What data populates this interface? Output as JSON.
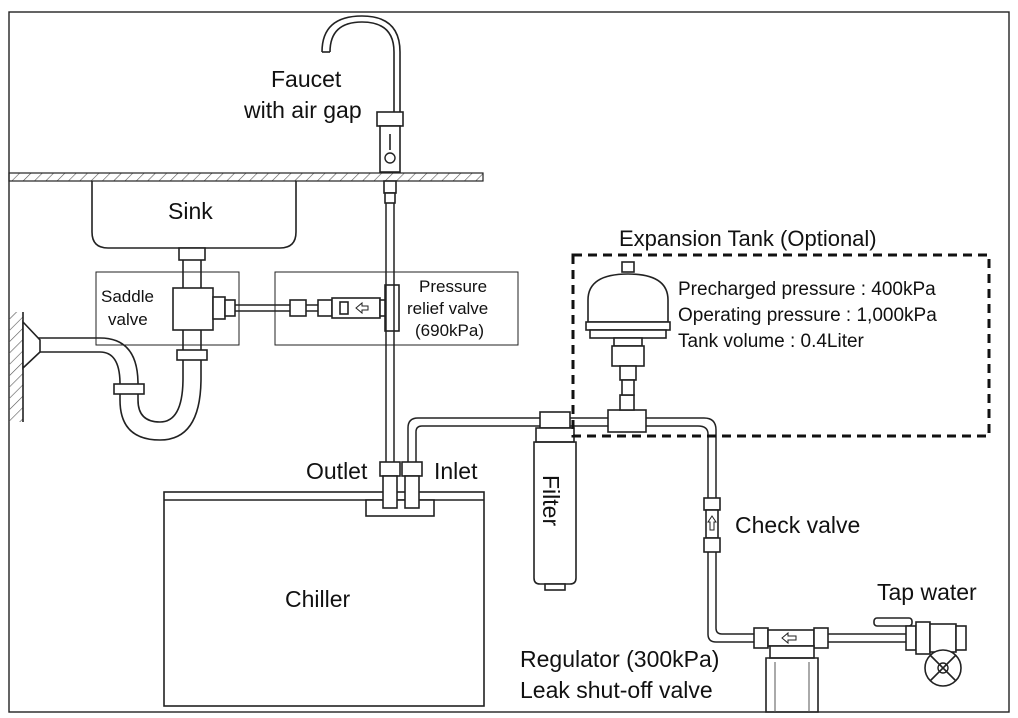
{
  "labels": {
    "faucet_line1": "Faucet",
    "faucet_line2": "with air gap",
    "sink": "Sink",
    "saddle_line1": "Saddle",
    "saddle_line2": "valve",
    "prv_line1": "Pressure",
    "prv_line2": "relief valve",
    "prv_line3": "(690kPa)",
    "expansion_tank": "Expansion Tank (Optional)",
    "precharged": "Precharged pressure : 400kPa",
    "operating": "Operating pressure : 1,000kPa",
    "tank_volume": "Tank volume : 0.4Liter",
    "outlet": "Outlet",
    "inlet": "Inlet",
    "filter": "Filter",
    "check_valve": "Check valve",
    "chiller": "Chiller",
    "tap_water": "Tap water",
    "regulator": "Regulator (300kPa)",
    "leak_shutoff": "Leak shut-off valve"
  },
  "colors": {
    "line": "#222222",
    "background": "#ffffff",
    "hatch": "#555555"
  },
  "icons": {
    "check_valve_arrow": "up-arrow",
    "prv_arrow": "left-arrow",
    "regulator_arrow": "left-arrow"
  }
}
